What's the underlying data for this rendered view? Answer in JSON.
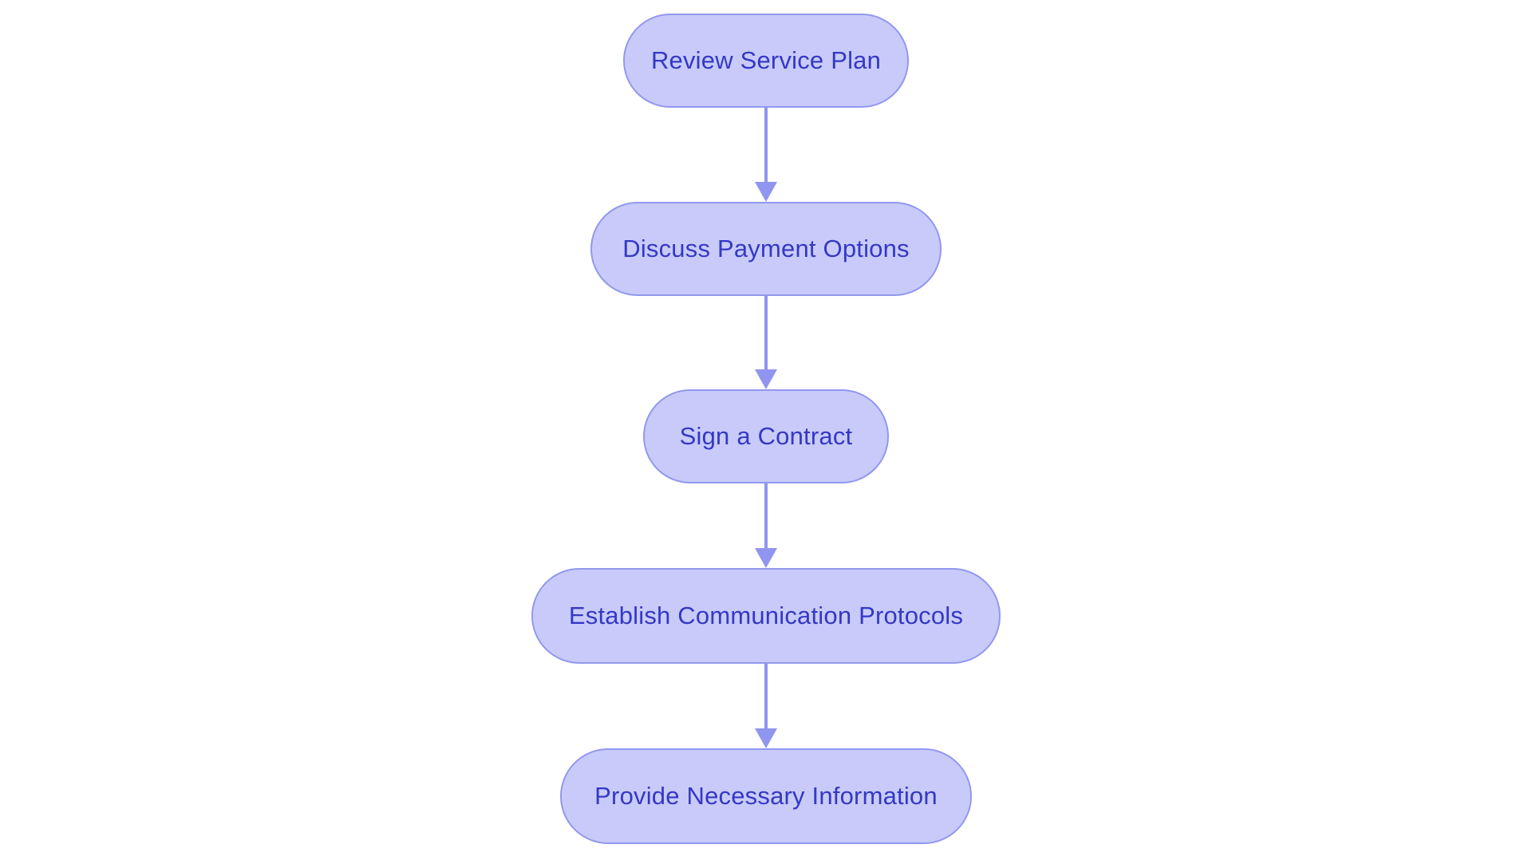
{
  "diagram": {
    "type": "flowchart",
    "direction": "top-down",
    "background": "#ffffff",
    "nodes": [
      {
        "id": "step-1",
        "label": "Review Service Plan"
      },
      {
        "id": "step-2",
        "label": "Discuss Payment Options"
      },
      {
        "id": "step-3",
        "label": "Sign a Contract"
      },
      {
        "id": "step-4",
        "label": "Establish Communication Protocols"
      },
      {
        "id": "step-5",
        "label": "Provide Necessary Information"
      }
    ],
    "edges": [
      {
        "from": "step-1",
        "to": "step-2"
      },
      {
        "from": "step-2",
        "to": "step-3"
      },
      {
        "from": "step-3",
        "to": "step-4"
      },
      {
        "from": "step-4",
        "to": "step-5"
      }
    ],
    "colors": {
      "node_fill": "#c8cbf9",
      "node_border": "#9298ee",
      "node_text": "#3538c4",
      "arrow": "#9095f0"
    }
  }
}
